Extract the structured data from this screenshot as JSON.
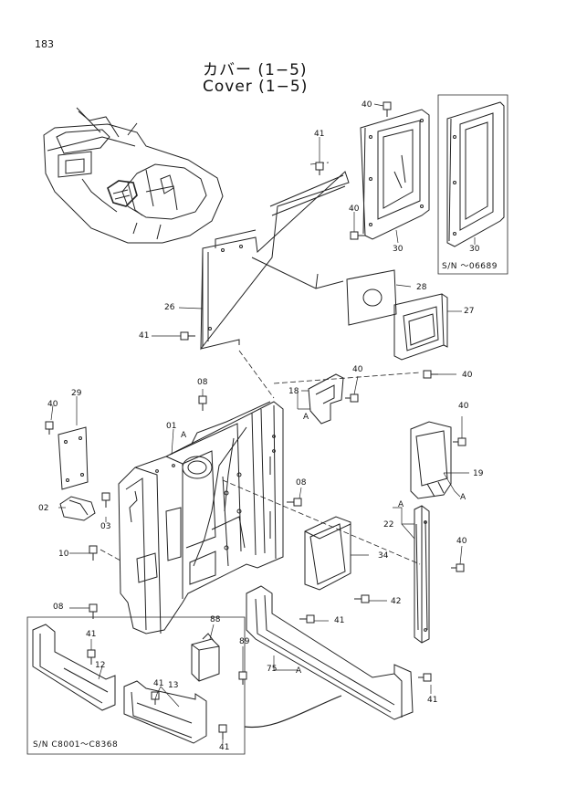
{
  "page": {
    "number": "183"
  },
  "title": {
    "japanese": "カバー (1−5)",
    "english": "Cover (1−5)"
  },
  "serial_notes": {
    "top_right": "S/N ～06689",
    "bottom_left": "S/N C8001～C8368"
  },
  "callouts": {
    "c40_top": "40",
    "c41_top": "41",
    "c40_mid": "40",
    "c30_a": "30",
    "c30_b": "30",
    "c26": "26",
    "c28": "28",
    "c27": "27",
    "c41_left": "41",
    "c40_right": "40",
    "c08_top": "08",
    "c18": "18",
    "c40_18": "40",
    "cA_18": "A",
    "c29": "29",
    "c40_29": "40",
    "c01": "01",
    "cA_01": "A",
    "c08_mid": "08",
    "c40_19": "40",
    "c19": "19",
    "cA_19": "A",
    "c02": "02",
    "c03": "03",
    "c10": "10",
    "c34": "34",
    "cA_22": "A",
    "c22": "22",
    "c40_22": "40",
    "c42": "42",
    "c08_low": "08",
    "c88": "88",
    "c89": "89",
    "c41_mid": "41",
    "c41_12": "41",
    "c12": "12",
    "c75": "75",
    "cA_75": "A",
    "c13": "13",
    "c41_13": "41",
    "c41_low": "41",
    "c41_right": "41"
  }
}
